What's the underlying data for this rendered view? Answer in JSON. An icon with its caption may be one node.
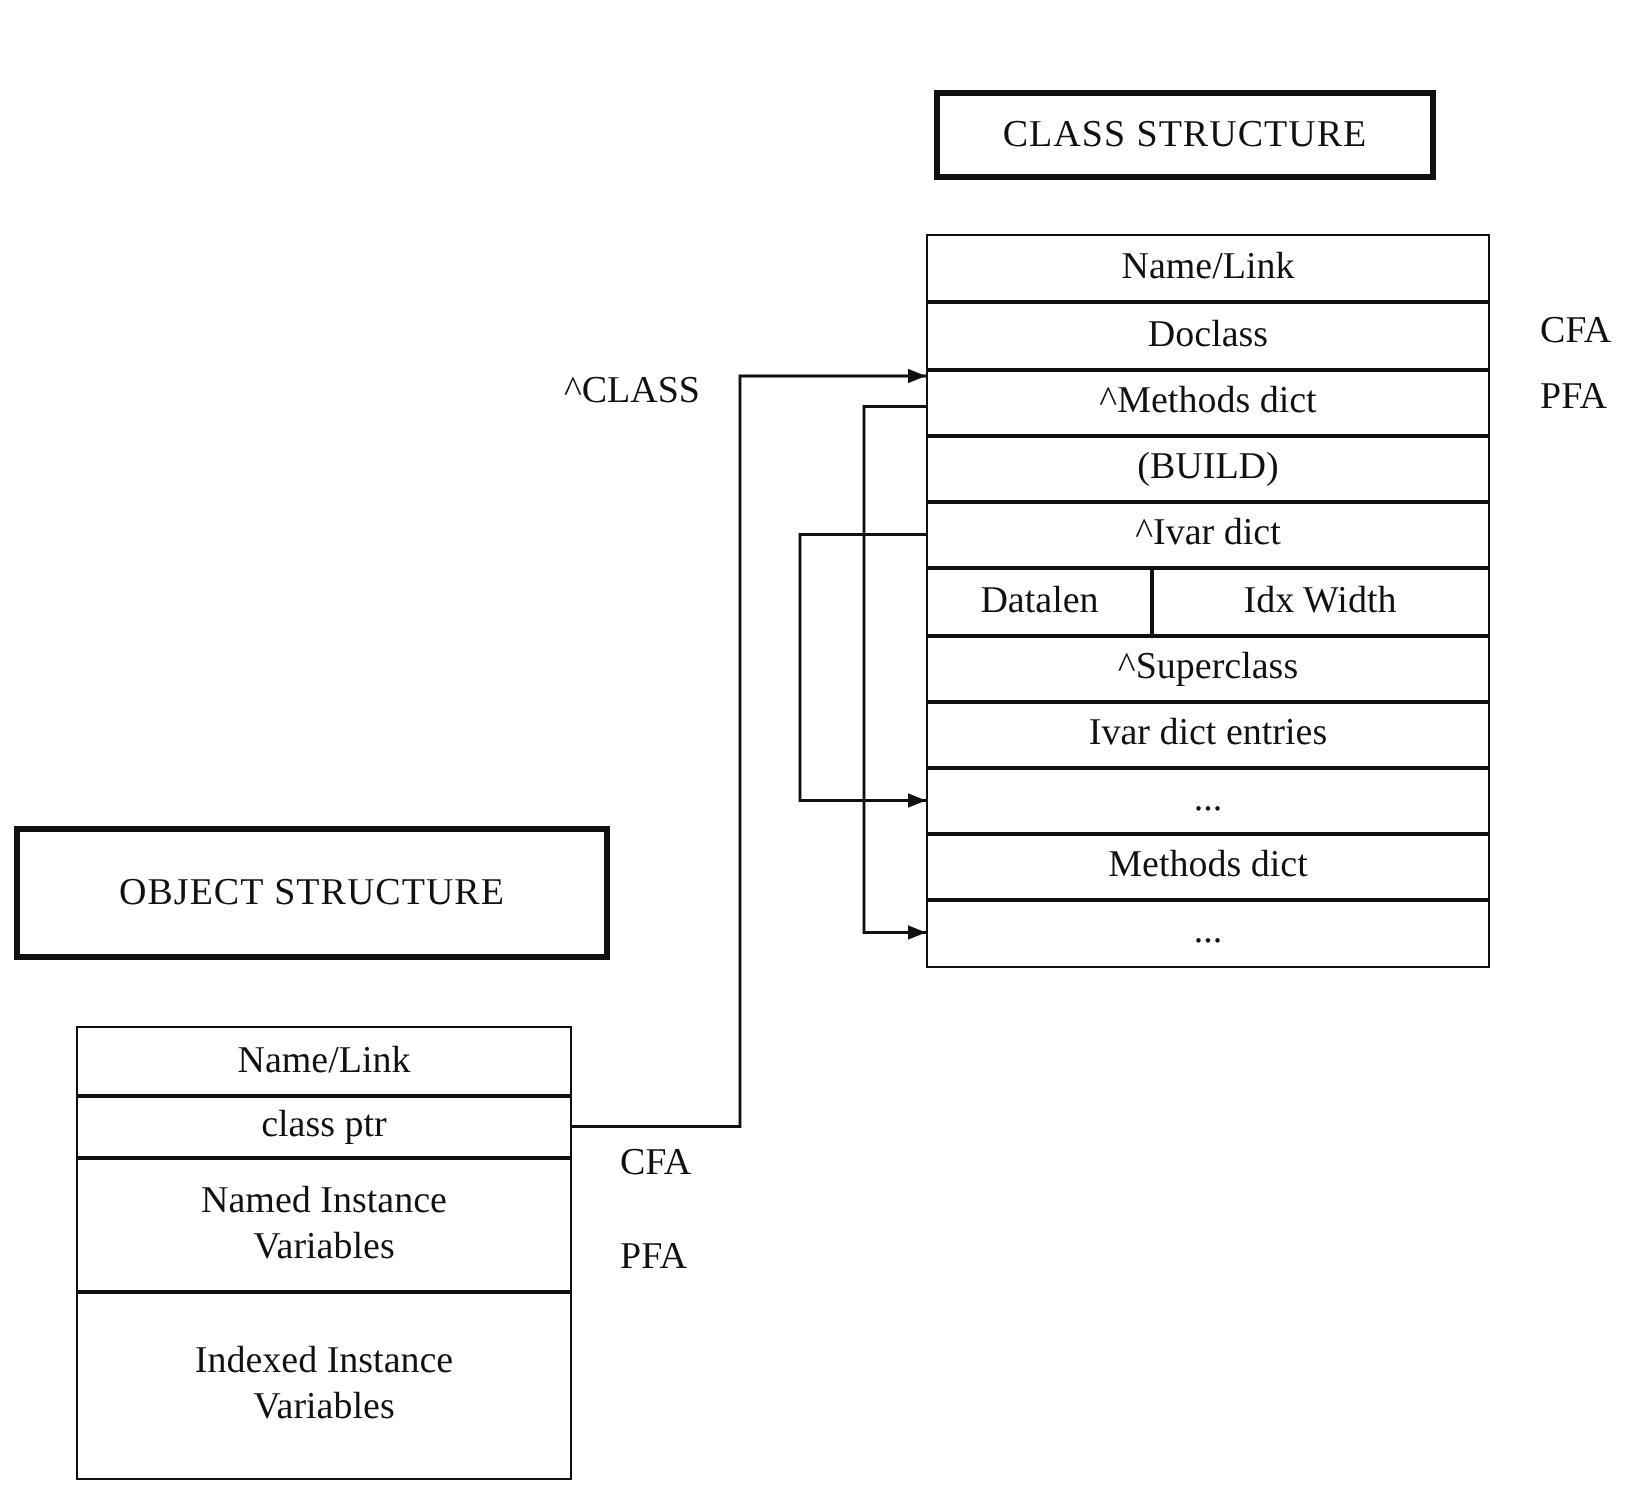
{
  "diagram": {
    "nodes": [
      {
        "text": [
          "CLASS STRUCTURE"
        ]
      },
      {
        "text": [
          "Name/Link"
        ]
      },
      {
        "text": [
          "Doclass"
        ],
        "beside": [
          "CFA"
        ]
      },
      {
        "text": [
          "^Methods dict"
        ],
        "beside": [
          "PFA"
        ]
      },
      {
        "text": [
          "(BUILD)"
        ]
      },
      {
        "text": [
          "^Ivar dict"
        ]
      },
      {
        "text": [
          "Datalen"
        ]
      },
      {
        "text": [
          "Idx Width"
        ]
      },
      {
        "text": [
          "^Superclass"
        ]
      },
      {
        "text": [
          "Ivar dict entries"
        ]
      },
      {
        "text": [
          "..."
        ]
      },
      {
        "text": [
          "Methods dict"
        ]
      },
      {
        "text": [
          "..."
        ]
      },
      {
        "text": [
          "OBJECT STRUCTURE"
        ]
      },
      {
        "text": [
          "Name/Link"
        ]
      },
      {
        "text": [
          "class ptr"
        ],
        "beside": [
          "CFA"
        ]
      },
      {
        "text": [
          "Named Instance Variables"
        ],
        "beside": [
          "PFA"
        ]
      },
      {
        "text": [
          "Indexed Instance Variables"
        ]
      }
    ],
    "edges": [
      {
        "from": 15,
        "to": 3,
        "arrow": "to",
        "label": "^CLASS"
      },
      {
        "from": 3,
        "to": 12,
        "arrow": "to"
      },
      {
        "from": 5,
        "to": 10,
        "arrow": "to"
      }
    ]
  }
}
